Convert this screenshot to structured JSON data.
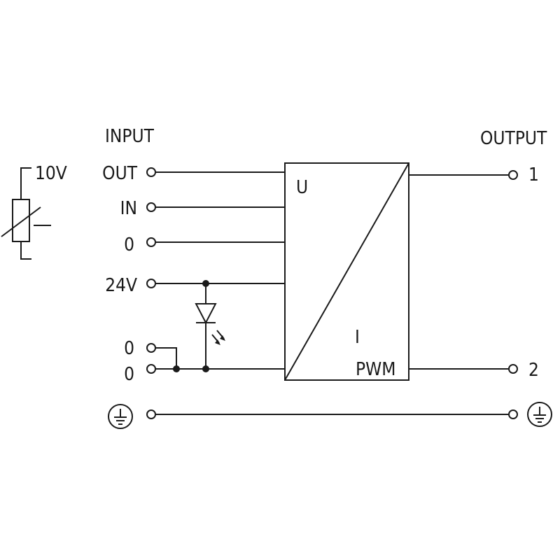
{
  "input": {
    "header": "INPUT",
    "out_label": "OUT",
    "in_label": "IN",
    "zero_label_1": "0",
    "supply_label": "24V",
    "zero_label_2": "0",
    "zero_label_3": "0"
  },
  "output": {
    "header": "OUTPUT",
    "terminal_1_label": "1",
    "terminal_2_label": "2"
  },
  "potentiometer": {
    "label": "10V"
  },
  "converter": {
    "input_label": "U",
    "output_label_current": "I",
    "output_label_pwm": "PWM"
  },
  "ground": {
    "left_icon": "protective-earth-icon",
    "right_icon": "protective-earth-icon"
  },
  "led": {
    "icon": "led-icon"
  }
}
